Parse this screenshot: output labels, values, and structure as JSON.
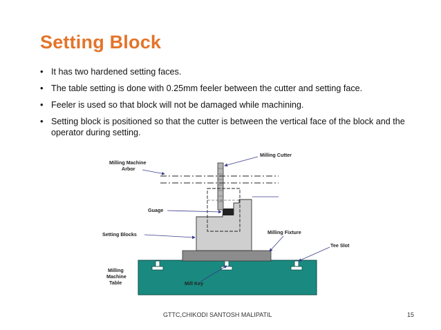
{
  "slide": {
    "title": "Setting Block",
    "bullets": [
      "It has two hardened setting faces.",
      "The table setting is done with 0.25mm feeler between the cutter and setting face.",
      "Feeler is used so that block will not be damaged while machining.",
      "Setting block is positioned so that the cutter is between the vertical face of the block and the operator during setting."
    ],
    "bullet_symbol": "•",
    "diagram": {
      "labels": {
        "milling_cutter": "Milling Cutter",
        "arbor_line1": "Milling Machine",
        "arbor_line2": "Arbor",
        "guage": "Guage",
        "setting_blocks": "Setting Blocks",
        "milling_fixture": "Milling Fixture",
        "tee_slot": "Tee Slot",
        "table_line1": "Milling",
        "table_line2": "Machine",
        "table_line3": "Table",
        "mill_key": "Mill Key"
      },
      "colors": {
        "table": "#1a8a80",
        "fixture_base": "#8c8c8c",
        "setting_block": "#cfcfcf",
        "cutter": "#b5b5b5",
        "gauge": "#222222",
        "leader": "#3a3a8a"
      }
    },
    "footer": {
      "text": "GTTC,CHIKODI SANTOSH MALIPATIL",
      "page_number": "15"
    }
  }
}
